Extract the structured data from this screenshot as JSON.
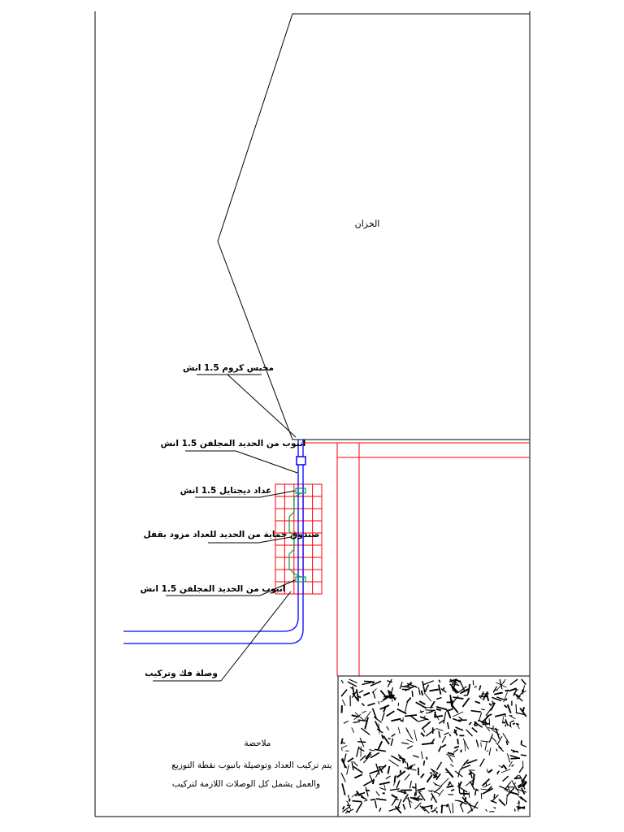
{
  "labels": {
    "tank": "الخزان",
    "chrome_valve": "محبس كروم 1.5 انش",
    "galv_pipe_top": "انبوب من الحديد المجلفن 1.5 انش",
    "digital_meter": "عداد ديجتايل 1.5 انش",
    "meter_box": "صندوق حماية من الحديد للعداد مزود بقفل",
    "galv_pipe_bottom": "انبوب من الحديد المجلفن 1.5 انش",
    "union_joint": "وصلة فك وتركيب"
  },
  "note": {
    "title": "ملاحضة",
    "line1": "يتم تركيب العداد وتوصيلة بانبوب نقطة التوزيع",
    "line2": "والعمل يشمل كل الوصلات اللازمة لتركيب"
  },
  "colors": {
    "pipe": "#0000ff",
    "grid": "#ff0000",
    "meter": "#00a040",
    "line": "#000000"
  }
}
